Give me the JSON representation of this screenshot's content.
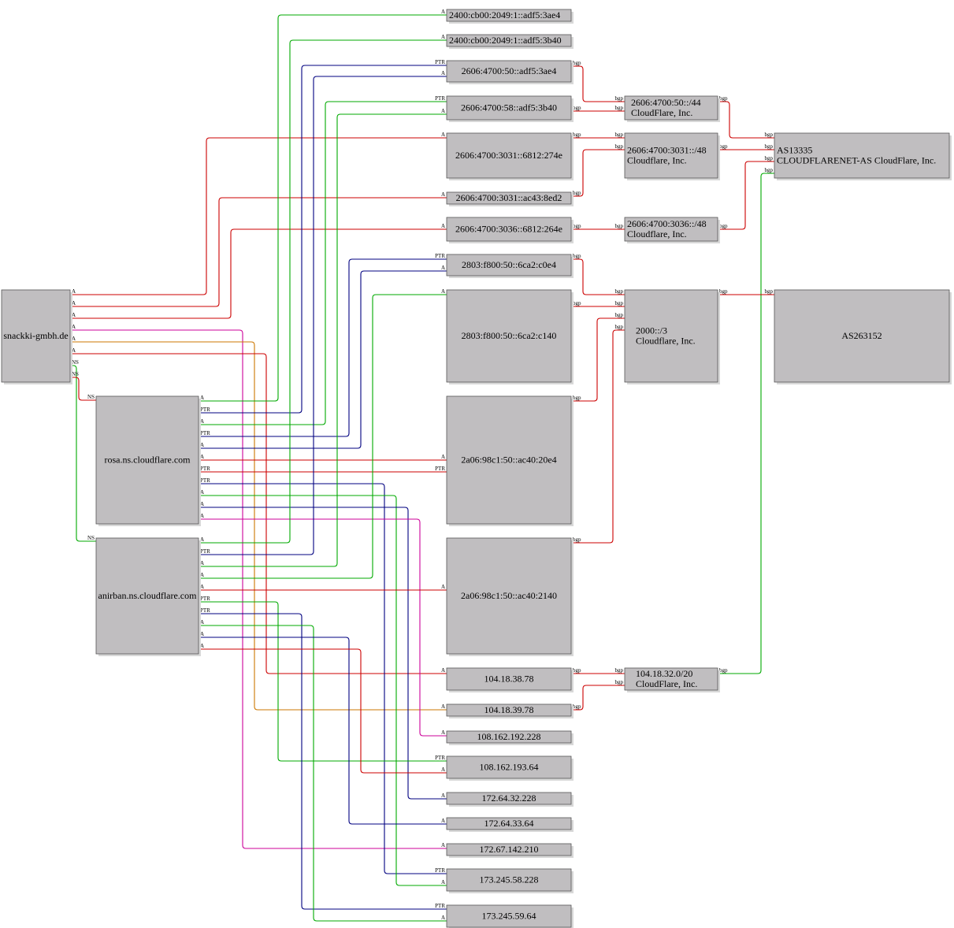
{
  "colors": {
    "A": "#cc0000",
    "PTR": "#000080",
    "NS": "#00aa00",
    "bgp": "#cc0000",
    "green": "#00aa00",
    "blue": "#000080",
    "magenta": "#cc0099",
    "orange": "#cc7700",
    "node_fill": "#c0bec0"
  },
  "labels": {
    "A": "A",
    "PTR": "PTR",
    "NS": "NS",
    "bgp": "bgp"
  },
  "nodes": [
    {
      "id": "domain",
      "name": "domain-node",
      "lines": [
        "snackki-gmbh.de"
      ]
    },
    {
      "id": "rosa",
      "name": "ns-rosa-node",
      "lines": [
        "rosa.ns.cloudflare.com"
      ]
    },
    {
      "id": "anirban",
      "name": "ns-anirban-node",
      "lines": [
        "anirban.ns.cloudflare.com"
      ]
    },
    {
      "id": "ip1",
      "name": "ip-node",
      "lines": [
        "2400:cb00:2049:1::adf5:3ae4"
      ]
    },
    {
      "id": "ip2",
      "name": "ip-node",
      "lines": [
        "2400:cb00:2049:1::adf5:3b40"
      ]
    },
    {
      "id": "ip3",
      "name": "ip-node",
      "lines": [
        "2606:4700:50::adf5:3ae4"
      ]
    },
    {
      "id": "ip4",
      "name": "ip-node",
      "lines": [
        "2606:4700:58::adf5:3b40"
      ]
    },
    {
      "id": "ip5",
      "name": "ip-node",
      "lines": [
        "2606:4700:3031::6812:274e"
      ]
    },
    {
      "id": "ip6",
      "name": "ip-node",
      "lines": [
        "2606:4700:3031::ac43:8ed2"
      ]
    },
    {
      "id": "ip7",
      "name": "ip-node",
      "lines": [
        "2606:4700:3036::6812:264e"
      ]
    },
    {
      "id": "ip8",
      "name": "ip-node",
      "lines": [
        "2803:f800:50::6ca2:c0e4"
      ]
    },
    {
      "id": "ip9",
      "name": "ip-node",
      "lines": [
        "2803:f800:50::6ca2:c140"
      ]
    },
    {
      "id": "ip10",
      "name": "ip-node",
      "lines": [
        "2a06:98c1:50::ac40:20e4"
      ]
    },
    {
      "id": "ip11",
      "name": "ip-node",
      "lines": [
        "2a06:98c1:50::ac40:2140"
      ]
    },
    {
      "id": "ip12",
      "name": "ip-node",
      "lines": [
        "104.18.38.78"
      ]
    },
    {
      "id": "ip13",
      "name": "ip-node",
      "lines": [
        "104.18.39.78"
      ]
    },
    {
      "id": "ip14",
      "name": "ip-node",
      "lines": [
        "108.162.192.228"
      ]
    },
    {
      "id": "ip15",
      "name": "ip-node",
      "lines": [
        "108.162.193.64"
      ]
    },
    {
      "id": "ip16",
      "name": "ip-node",
      "lines": [
        "172.64.32.228"
      ]
    },
    {
      "id": "ip17",
      "name": "ip-node",
      "lines": [
        "172.64.33.64"
      ]
    },
    {
      "id": "ip18",
      "name": "ip-node",
      "lines": [
        "172.67.142.210"
      ]
    },
    {
      "id": "ip19",
      "name": "ip-node",
      "lines": [
        "173.245.58.228"
      ]
    },
    {
      "id": "ip20",
      "name": "ip-node",
      "lines": [
        "173.245.59.64"
      ]
    },
    {
      "id": "pf1",
      "name": "prefix-node",
      "lines": [
        "2606:4700:50::/44",
        "CloudFlare, Inc."
      ]
    },
    {
      "id": "pf2",
      "name": "prefix-node",
      "lines": [
        "2606:4700:3031::/48",
        "Cloudflare, Inc."
      ]
    },
    {
      "id": "pf3",
      "name": "prefix-node",
      "lines": [
        "2606:4700:3036::/48",
        "Cloudflare, Inc."
      ]
    },
    {
      "id": "pf4",
      "name": "prefix-node",
      "lines": [
        "2000::/3",
        "Cloudflare, Inc."
      ]
    },
    {
      "id": "pf5",
      "name": "prefix-node",
      "lines": [
        "104.18.32.0/20",
        "CloudFlare, Inc."
      ]
    },
    {
      "id": "as1",
      "name": "as-node",
      "lines": [
        "AS13335",
        "CLOUDFLARENET-AS CloudFlare, Inc."
      ]
    },
    {
      "id": "as2",
      "name": "as-node",
      "lines": [
        "AS263152"
      ]
    }
  ]
}
